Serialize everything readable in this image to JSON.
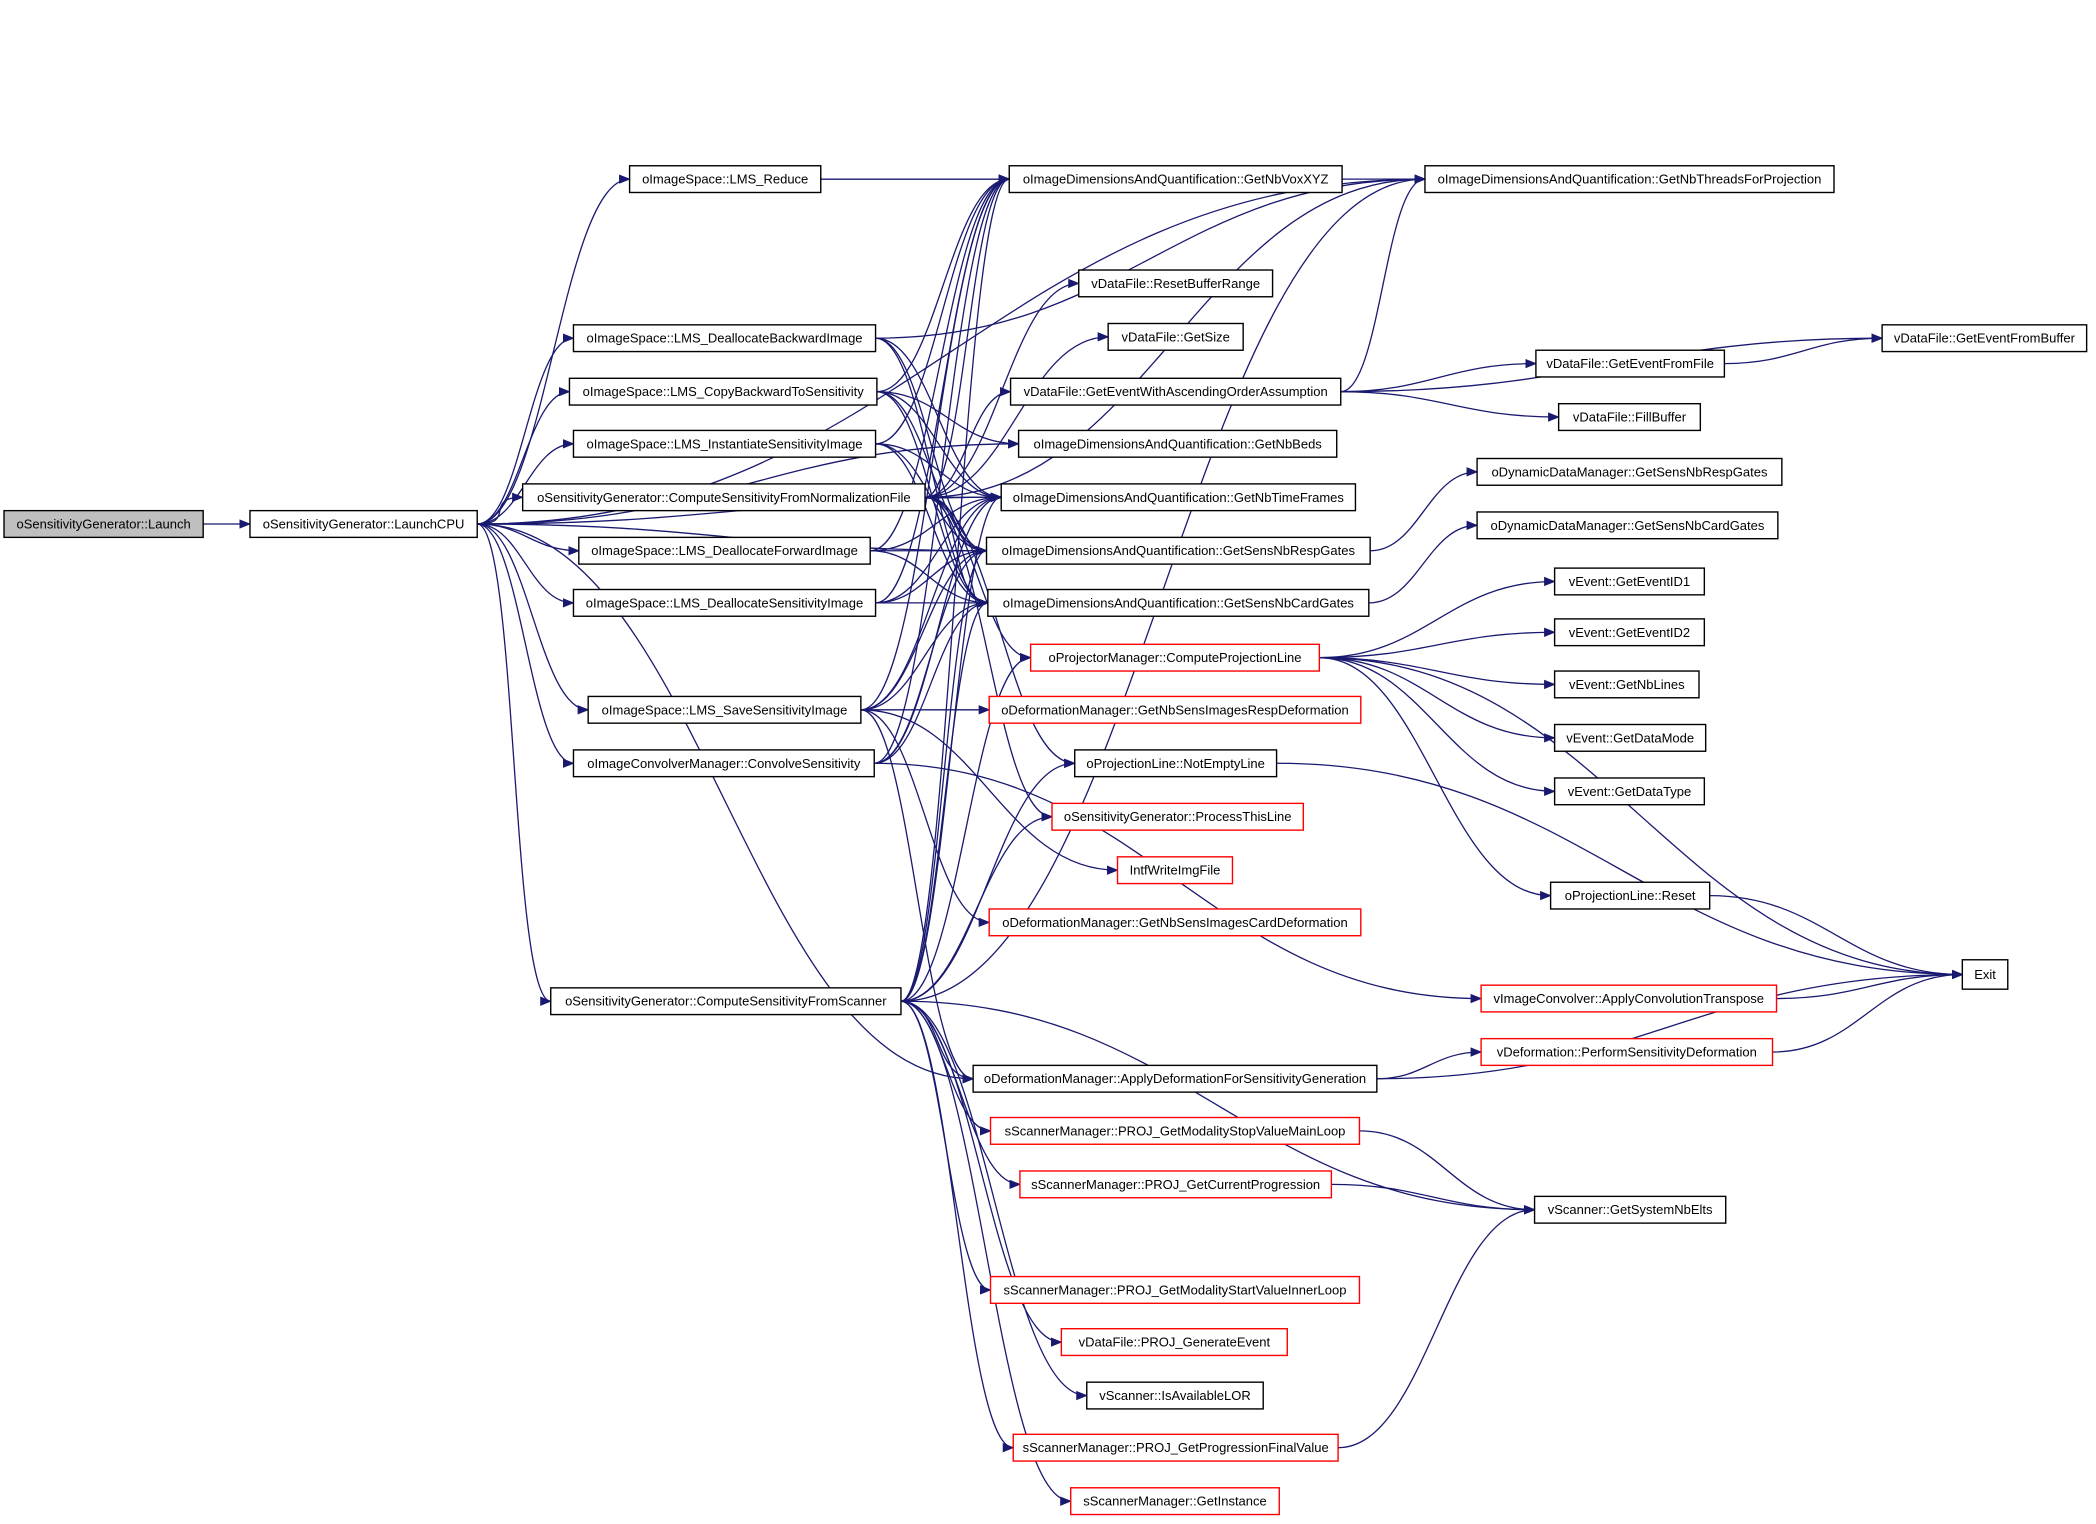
{
  "graph": {
    "edge_color": "#191970",
    "node_border_color": "#000000",
    "node_border_highlight_color": "#ff0000",
    "root_fill_color": "#bfbfbf",
    "nodes": [
      {
        "id": "launch",
        "label": "oSensitivityGenerator::Launch",
        "root": true
      },
      {
        "id": "launchcpu",
        "label": "oSensitivityGenerator::LaunchCPU"
      },
      {
        "id": "lmsreduce",
        "label": "oImageSpace::LMS_Reduce"
      },
      {
        "id": "deallocback",
        "label": "oImageSpace::LMS_DeallocateBackwardImage"
      },
      {
        "id": "copyback",
        "label": "oImageSpace::LMS_CopyBackwardToSensitivity"
      },
      {
        "id": "instsens",
        "label": "oImageSpace::LMS_InstantiateSensitivityImage"
      },
      {
        "id": "compnorm",
        "label": "oSensitivityGenerator::ComputeSensitivityFromNormalizationFile"
      },
      {
        "id": "deallocfwd",
        "label": "oImageSpace::LMS_DeallocateForwardImage"
      },
      {
        "id": "deallocsens",
        "label": "oImageSpace::LMS_DeallocateSensitivityImage"
      },
      {
        "id": "savesens",
        "label": "oImageSpace::LMS_SaveSensitivityImage"
      },
      {
        "id": "convsens",
        "label": "oImageConvolverManager::ConvolveSensitivity"
      },
      {
        "id": "compscanner",
        "label": "oSensitivityGenerator::ComputeSensitivityFromScanner"
      },
      {
        "id": "getnbvox",
        "label": "oImageDimensionsAndQuantification::GetNbVoxXYZ"
      },
      {
        "id": "getnbthreads",
        "label": "oImageDimensionsAndQuantification::GetNbThreadsForProjection"
      },
      {
        "id": "resetbuf",
        "label": "vDataFile::ResetBufferRange"
      },
      {
        "id": "getsize",
        "label": "vDataFile::GetSize"
      },
      {
        "id": "getevasc",
        "label": "vDataFile::GetEventWithAscendingOrderAssumption"
      },
      {
        "id": "getnbbeds",
        "label": "oImageDimensionsAndQuantification::GetNbBeds"
      },
      {
        "id": "getnbtf",
        "label": "oImageDimensionsAndQuantification::GetNbTimeFrames"
      },
      {
        "id": "getsensresp",
        "label": "oImageDimensionsAndQuantification::GetSensNbRespGates"
      },
      {
        "id": "getsenscard",
        "label": "oImageDimensionsAndQuantification::GetSensNbCardGates"
      },
      {
        "id": "compprojline",
        "label": "oProjectorManager::ComputeProjectionLine",
        "red": true
      },
      {
        "id": "defresp",
        "label": "oDeformationManager::GetNbSensImagesRespDeformation",
        "red": true
      },
      {
        "id": "notempty",
        "label": "oProjectionLine::NotEmptyLine"
      },
      {
        "id": "procline",
        "label": "oSensitivityGenerator::ProcessThisLine",
        "red": true
      },
      {
        "id": "intfwrite",
        "label": "IntfWriteImgFile",
        "red": true
      },
      {
        "id": "defcard",
        "label": "oDeformationManager::GetNbSensImagesCardDeformation",
        "red": true
      },
      {
        "id": "applydef",
        "label": "oDeformationManager::ApplyDeformationForSensitivityGeneration"
      },
      {
        "id": "stopmain",
        "label": "sScannerManager::PROJ_GetModalityStopValueMainLoop",
        "red": true
      },
      {
        "id": "curprog",
        "label": "sScannerManager::PROJ_GetCurrentProgression",
        "red": true
      },
      {
        "id": "startinner",
        "label": "sScannerManager::PROJ_GetModalityStartValueInnerLoop",
        "red": true
      },
      {
        "id": "genevent",
        "label": "vDataFile::PROJ_GenerateEvent",
        "red": true
      },
      {
        "id": "isavail",
        "label": "vScanner::IsAvailableLOR"
      },
      {
        "id": "progfinal",
        "label": "sScannerManager::PROJ_GetProgressionFinalValue",
        "red": true
      },
      {
        "id": "getinst",
        "label": "sScannerManager::GetInstance",
        "red": true
      },
      {
        "id": "getevfromfile",
        "label": "vDataFile::GetEventFromFile"
      },
      {
        "id": "getevfrombuf",
        "label": "vDataFile::GetEventFromBuffer"
      },
      {
        "id": "fillbuf",
        "label": "vDataFile::FillBuffer"
      },
      {
        "id": "dynresp",
        "label": "oDynamicDataManager::GetSensNbRespGates"
      },
      {
        "id": "dyncard",
        "label": "oDynamicDataManager::GetSensNbCardGates"
      },
      {
        "id": "evid1",
        "label": "vEvent::GetEventID1"
      },
      {
        "id": "evid2",
        "label": "vEvent::GetEventID2"
      },
      {
        "id": "nblines",
        "label": "vEvent::GetNbLines"
      },
      {
        "id": "datamode",
        "label": "vEvent::GetDataMode"
      },
      {
        "id": "datatype",
        "label": "vEvent::GetDataType"
      },
      {
        "id": "plreset",
        "label": "oProjectionLine::Reset"
      },
      {
        "id": "exit",
        "label": "Exit"
      },
      {
        "id": "applyconvT",
        "label": "vImageConvolver::ApplyConvolutionTranspose",
        "red": true
      },
      {
        "id": "perfdef",
        "label": "vDeformation::PerformSensitivityDeformation",
        "red": true
      },
      {
        "id": "sysnbelts",
        "label": "vScanner::GetSystemNbElts"
      }
    ],
    "edges": [
      [
        "launch",
        "launchcpu"
      ],
      [
        "launchcpu",
        "lmsreduce"
      ],
      [
        "launchcpu",
        "deallocback"
      ],
      [
        "launchcpu",
        "copyback"
      ],
      [
        "launchcpu",
        "instsens"
      ],
      [
        "launchcpu",
        "compnorm"
      ],
      [
        "launchcpu",
        "deallocfwd"
      ],
      [
        "launchcpu",
        "deallocsens"
      ],
      [
        "launchcpu",
        "savesens"
      ],
      [
        "launchcpu",
        "convsens"
      ],
      [
        "launchcpu",
        "compscanner"
      ],
      [
        "launchcpu",
        "getnbthreads"
      ],
      [
        "launchcpu",
        "getnbbeds"
      ],
      [
        "launchcpu",
        "getnbtf"
      ],
      [
        "launchcpu",
        "getsensresp"
      ],
      [
        "launchcpu",
        "applydef"
      ],
      [
        "lmsreduce",
        "getnbvox"
      ],
      [
        "lmsreduce",
        "getnbthreads"
      ],
      [
        "deallocback",
        "getnbthreads"
      ],
      [
        "deallocback",
        "getnbtf"
      ],
      [
        "deallocback",
        "getsensresp"
      ],
      [
        "deallocback",
        "getsenscard"
      ],
      [
        "copyback",
        "getnbvox"
      ],
      [
        "copyback",
        "getnbtf"
      ],
      [
        "copyback",
        "getsensresp"
      ],
      [
        "copyback",
        "getsenscard"
      ],
      [
        "copyback",
        "getnbbeds"
      ],
      [
        "instsens",
        "getnbvox"
      ],
      [
        "instsens",
        "getnbtf"
      ],
      [
        "instsens",
        "getsensresp"
      ],
      [
        "instsens",
        "getsenscard"
      ],
      [
        "compnorm",
        "getnbvox"
      ],
      [
        "compnorm",
        "getnbthreads"
      ],
      [
        "compnorm",
        "resetbuf"
      ],
      [
        "compnorm",
        "getsize"
      ],
      [
        "compnorm",
        "getevasc"
      ],
      [
        "compnorm",
        "getnbtf"
      ],
      [
        "compnorm",
        "getsensresp"
      ],
      [
        "compnorm",
        "getsenscard"
      ],
      [
        "compnorm",
        "compprojline"
      ],
      [
        "compnorm",
        "notempty"
      ],
      [
        "compnorm",
        "procline"
      ],
      [
        "deallocfwd",
        "getnbvox"
      ],
      [
        "deallocfwd",
        "getnbtf"
      ],
      [
        "deallocfwd",
        "getsensresp"
      ],
      [
        "deallocfwd",
        "getsenscard"
      ],
      [
        "deallocsens",
        "getnbvox"
      ],
      [
        "deallocsens",
        "getnbtf"
      ],
      [
        "deallocsens",
        "getsensresp"
      ],
      [
        "deallocsens",
        "getsenscard"
      ],
      [
        "savesens",
        "getnbvox"
      ],
      [
        "savesens",
        "getnbtf"
      ],
      [
        "savesens",
        "getsensresp"
      ],
      [
        "savesens",
        "getsenscard"
      ],
      [
        "savesens",
        "defresp"
      ],
      [
        "savesens",
        "intfwrite"
      ],
      [
        "savesens",
        "defcard"
      ],
      [
        "savesens",
        "applydef"
      ],
      [
        "convsens",
        "getnbvox"
      ],
      [
        "convsens",
        "getnbtf"
      ],
      [
        "convsens",
        "getsensresp"
      ],
      [
        "convsens",
        "getsenscard"
      ],
      [
        "convsens",
        "applyconvT"
      ],
      [
        "compscanner",
        "getnbvox"
      ],
      [
        "compscanner",
        "getnbthreads"
      ],
      [
        "compscanner",
        "getnbtf"
      ],
      [
        "compscanner",
        "getsensresp"
      ],
      [
        "compscanner",
        "getsenscard"
      ],
      [
        "compscanner",
        "compprojline"
      ],
      [
        "compscanner",
        "notempty"
      ],
      [
        "compscanner",
        "procline"
      ],
      [
        "compscanner",
        "applydef"
      ],
      [
        "compscanner",
        "stopmain"
      ],
      [
        "compscanner",
        "curprog"
      ],
      [
        "compscanner",
        "sysnbelts"
      ],
      [
        "compscanner",
        "startinner"
      ],
      [
        "compscanner",
        "genevent"
      ],
      [
        "compscanner",
        "isavail"
      ],
      [
        "compscanner",
        "progfinal"
      ],
      [
        "compscanner",
        "getinst"
      ],
      [
        "getevasc",
        "getnbthreads"
      ],
      [
        "getevasc",
        "getevfromfile"
      ],
      [
        "getevasc",
        "getevfrombuf"
      ],
      [
        "getevasc",
        "fillbuf"
      ],
      [
        "getevfromfile",
        "getevfrombuf"
      ],
      [
        "getsensresp",
        "dynresp"
      ],
      [
        "getsenscard",
        "dyncard"
      ],
      [
        "compprojline",
        "evid1"
      ],
      [
        "compprojline",
        "evid2"
      ],
      [
        "compprojline",
        "nblines"
      ],
      [
        "compprojline",
        "datamode"
      ],
      [
        "compprojline",
        "datatype"
      ],
      [
        "compprojline",
        "plreset"
      ],
      [
        "compprojline",
        "exit"
      ],
      [
        "notempty",
        "exit"
      ],
      [
        "plreset",
        "exit"
      ],
      [
        "applyconvT",
        "exit"
      ],
      [
        "perfdef",
        "exit"
      ],
      [
        "applydef",
        "perfdef"
      ],
      [
        "applydef",
        "exit"
      ],
      [
        "stopmain",
        "sysnbelts"
      ],
      [
        "curprog",
        "sysnbelts"
      ],
      [
        "progfinal",
        "sysnbelts"
      ]
    ]
  }
}
